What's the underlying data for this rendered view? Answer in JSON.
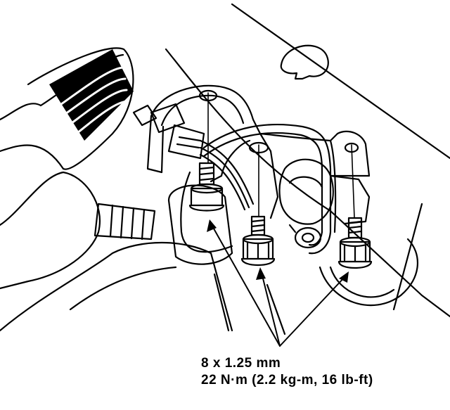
{
  "figure": {
    "callout": {
      "size": "8 x 1.25 mm",
      "torque": "22 N·m (2.2 kg-m, 16 lb-ft)"
    },
    "parts": {
      "bolts": [
        "mounting-bolt",
        "mounting-bolt",
        "mounting-bolt"
      ],
      "bracket": "mounting-bracket",
      "hose": "corrugated-intake-hose"
    },
    "colors": {
      "line": "#000000",
      "background": "#ffffff"
    }
  }
}
